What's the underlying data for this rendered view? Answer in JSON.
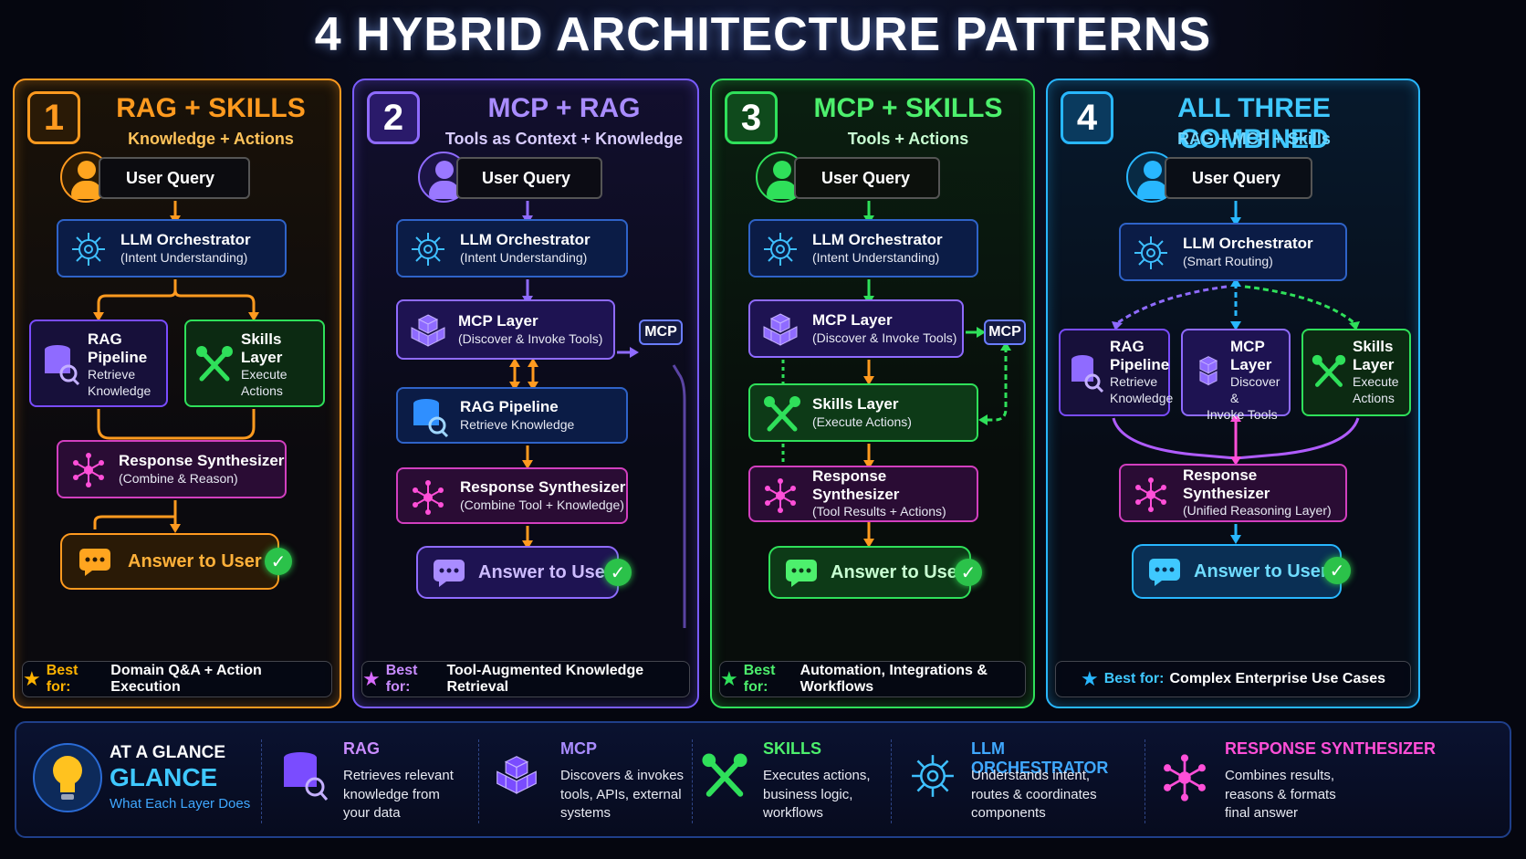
{
  "title": "4 HYBRID ARCHITECTURE PATTERNS",
  "colors": {
    "orange": "#ff9a1f",
    "purple": "#8f6bff",
    "green": "#2fe05a",
    "blue": "#28b7ff",
    "pink": "#ff4fd8"
  },
  "panels": [
    {
      "num": "1",
      "title": "RAG + SKILLS",
      "subtitle": "Knowledge + Actions",
      "user_query": "User Query",
      "orchestrator": {
        "title": "LLM Orchestrator",
        "sub": "(Intent Understanding)"
      },
      "rag": {
        "title": "RAG Pipeline",
        "sub1": "Retrieve",
        "sub2": "Knowledge"
      },
      "skills": {
        "title1": "Skills",
        "title2": "Layer",
        "sub1": "Execute",
        "sub2": "Actions"
      },
      "synth": {
        "title": "Response Synthesizer",
        "sub": "(Combine & Reason)"
      },
      "answer": "Answer to User",
      "best_label": "Best for:",
      "best_text": "Domain Q&A + Action Execution"
    },
    {
      "num": "2",
      "title": "MCP + RAG",
      "subtitle": "Tools as Context + Knowledge",
      "user_query": "User Query",
      "orchestrator": {
        "title": "LLM Orchestrator",
        "sub": "(Intent Understanding)"
      },
      "mcp": {
        "title": "MCP Layer",
        "sub": "(Discover & Invoke Tools)"
      },
      "mcp_tag": "MCP",
      "rag": {
        "title": "RAG Pipeline",
        "sub": "Retrieve Knowledge"
      },
      "synth": {
        "title": "Response Synthesizer",
        "sub": "(Combine Tool + Knowledge)"
      },
      "answer": "Answer to User",
      "best_label": "Best for:",
      "best_text": "Tool-Augmented Knowledge Retrieval"
    },
    {
      "num": "3",
      "title": "MCP + SKILLS",
      "subtitle": "Tools + Actions",
      "user_query": "User Query",
      "orchestrator": {
        "title": "LLM Orchestrator",
        "sub": "(Intent Understanding)"
      },
      "mcp": {
        "title": "MCP Layer",
        "sub": "(Discover & Invoke Tools)"
      },
      "mcp_tag": "MCP",
      "skills": {
        "title": "Skills Layer",
        "sub": "(Execute Actions)"
      },
      "synth": {
        "title": "Response Synthesizer",
        "sub": "(Tool Results + Actions)"
      },
      "answer": "Answer to User",
      "best_label": "Best for:",
      "best_text": "Automation, Integrations & Workflows"
    },
    {
      "num": "4",
      "title": "ALL THREE COMBINED",
      "subtitle": "RAG + MCP + Skills",
      "user_query": "User Query",
      "orchestrator": {
        "title": "LLM Orchestrator",
        "sub": "(Smart Routing)"
      },
      "rag": {
        "title1": "RAG",
        "title2": "Pipeline",
        "sub1": "Retrieve",
        "sub2": "Knowledge"
      },
      "mcp": {
        "title1": "MCP",
        "title2": "Layer",
        "sub1": "Discover &",
        "sub2": "Invoke Tools"
      },
      "skills": {
        "title1": "Skills",
        "title2": "Layer",
        "sub1": "Execute",
        "sub2": "Actions"
      },
      "synth": {
        "title": "Response Synthesizer",
        "sub": "(Unified Reasoning Layer)"
      },
      "answer": "Answer to User",
      "best_label": "Best for:",
      "best_text": "Complex Enterprise Use Cases"
    }
  ],
  "glance": {
    "title1": "AT A GLANCE",
    "title2": "GLANCE",
    "sub": "What Each Layer Does",
    "items": [
      {
        "title": "RAG",
        "desc": [
          "Retrieves relevant",
          "knowledge from",
          "your data"
        ]
      },
      {
        "title": "MCP",
        "desc": [
          "Discovers & invokes",
          "tools, APIs, external",
          "systems"
        ]
      },
      {
        "title": "SKILLS",
        "desc": [
          "Executes actions,",
          "business logic,",
          "workflows"
        ]
      },
      {
        "title": "LLM ORCHESTRATOR",
        "desc": [
          "Understands intent,",
          "routes & coordinates",
          "components"
        ]
      },
      {
        "title": "RESPONSE SYNTHESIZER",
        "desc": [
          "Combines results,",
          "reasons & formats",
          "final answer"
        ]
      }
    ]
  }
}
